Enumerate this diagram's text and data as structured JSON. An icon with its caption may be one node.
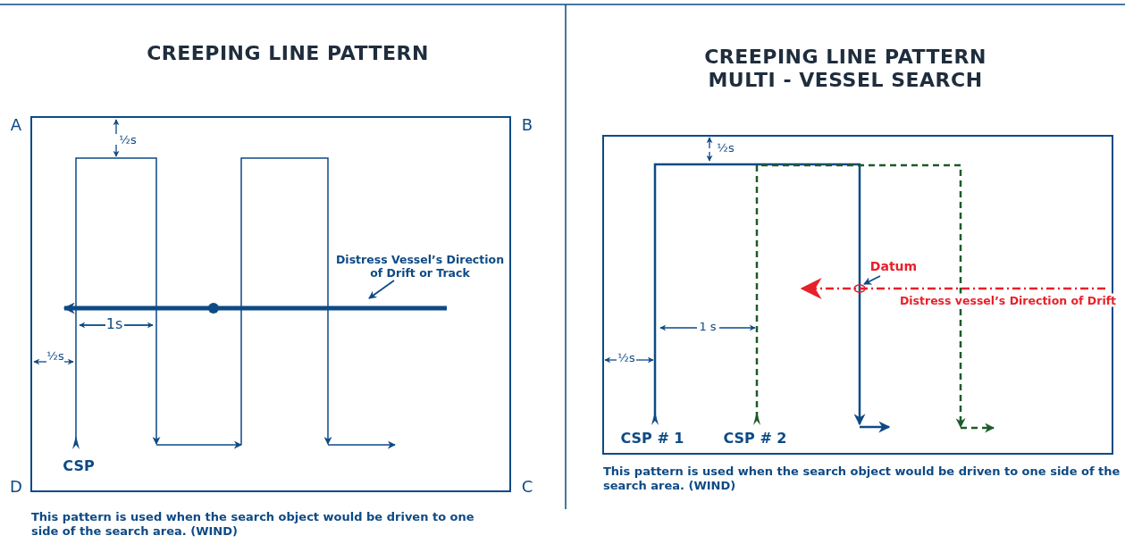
{
  "diagram": {
    "nodes": [
      {
        "text": [
          "Distress Vessel’s Direction of Drift or Track"
        ]
      },
      {
        "text": [],
        "shape": "line"
      },
      {
        "text": [
          "Datum"
        ]
      },
      {
        "text": [],
        "shape": "circle"
      }
    ],
    "edges": [
      {
        "from": 0,
        "to": 1,
        "arrow": "to"
      },
      {
        "from": 2,
        "to": 3,
        "arrow": "to"
      }
    ],
    "labels": [
      "CREEPING LINE PATTERN",
      "A",
      "B",
      "½s",
      "1s",
      "½s",
      "CSP",
      "D",
      "C",
      "This pattern is used when the search object would be driven to one side of the search area. (WIND)",
      "CREEPING LINE PATTERN MULTI - VESSEL SEARCH",
      "½s",
      "1 s",
      "½s",
      "Distress vessel’s Direction of Drift",
      "CSP # 1",
      "CSP # 2",
      "This pattern is used when the search object would be driven to one side of the search area. (WIND)"
    ]
  }
}
